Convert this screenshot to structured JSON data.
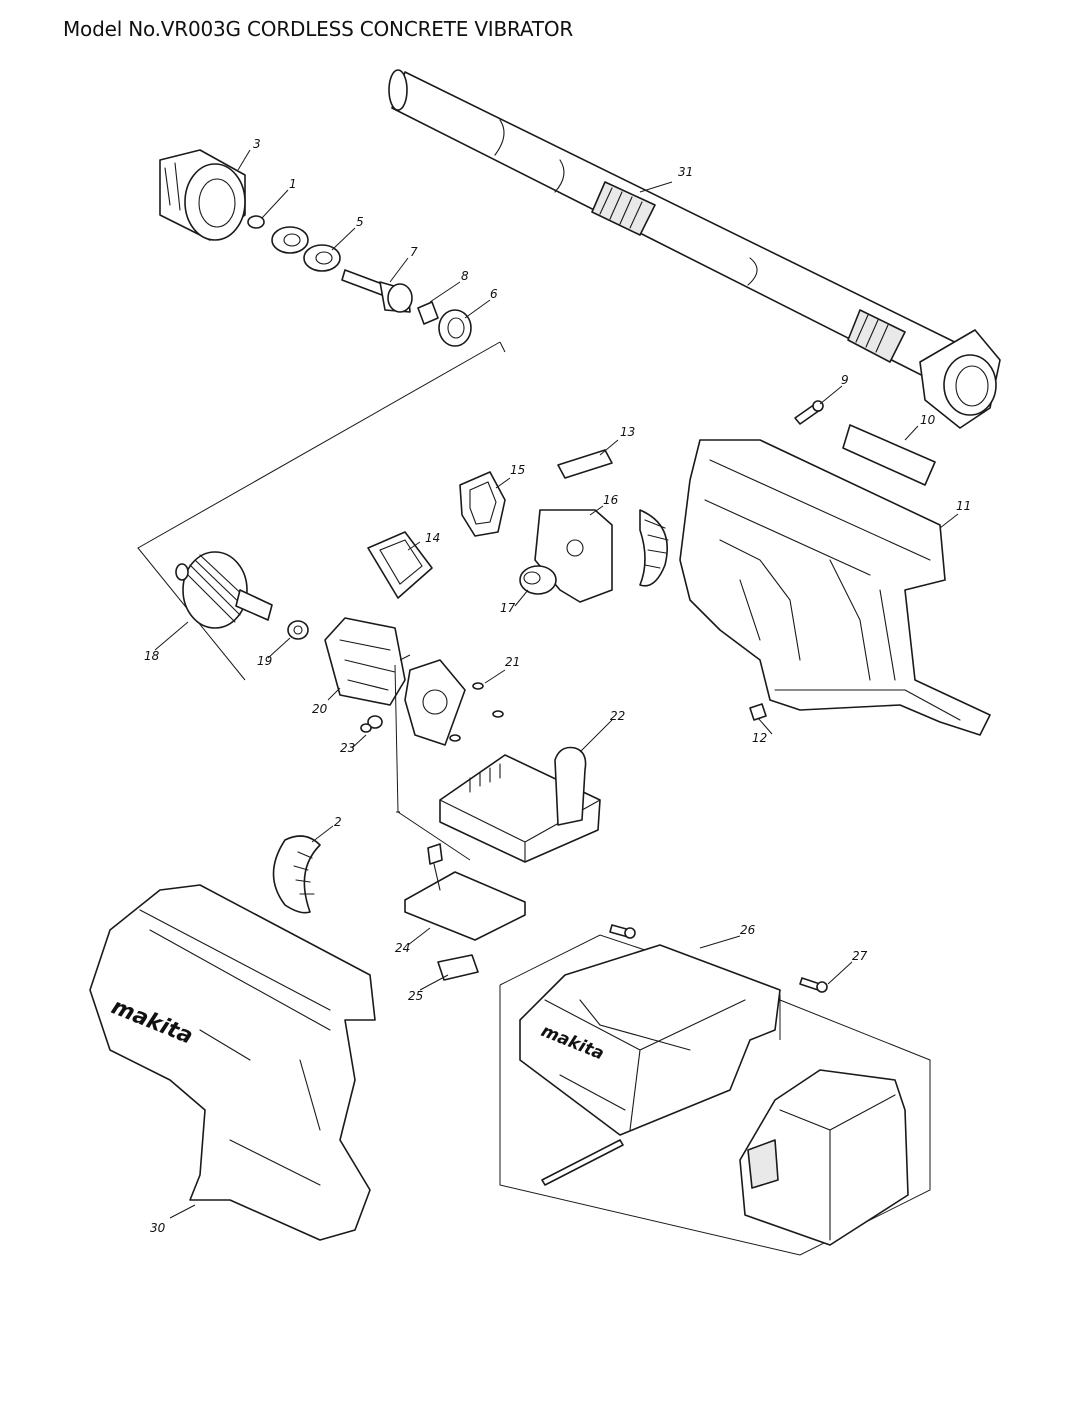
{
  "title": "Model No.VR003G CORDLESS CONCRETE VIBRATOR",
  "parts": [
    {
      "id": "1",
      "label": "1"
    },
    {
      "id": "2",
      "label": "2"
    },
    {
      "id": "3",
      "label": "3"
    },
    {
      "id": "5",
      "label": "5"
    },
    {
      "id": "6",
      "label": "6"
    },
    {
      "id": "7",
      "label": "7"
    },
    {
      "id": "8",
      "label": "8"
    },
    {
      "id": "9",
      "label": "9"
    },
    {
      "id": "10",
      "label": "10"
    },
    {
      "id": "11",
      "label": "11"
    },
    {
      "id": "12",
      "label": "12"
    },
    {
      "id": "13",
      "label": "13"
    },
    {
      "id": "14",
      "label": "14"
    },
    {
      "id": "15",
      "label": "15"
    },
    {
      "id": "16",
      "label": "16"
    },
    {
      "id": "17",
      "label": "17"
    },
    {
      "id": "18",
      "label": "18"
    },
    {
      "id": "19",
      "label": "19"
    },
    {
      "id": "20",
      "label": "20"
    },
    {
      "id": "21",
      "label": "21"
    },
    {
      "id": "22",
      "label": "22"
    },
    {
      "id": "23",
      "label": "23"
    },
    {
      "id": "24",
      "label": "24"
    },
    {
      "id": "25",
      "label": "25"
    },
    {
      "id": "26",
      "label": "26"
    },
    {
      "id": "27",
      "label": "27"
    },
    {
      "id": "30",
      "label": "30"
    },
    {
      "id": "31",
      "label": "31"
    }
  ],
  "brand_marks": [
    "makita",
    "makita"
  ]
}
